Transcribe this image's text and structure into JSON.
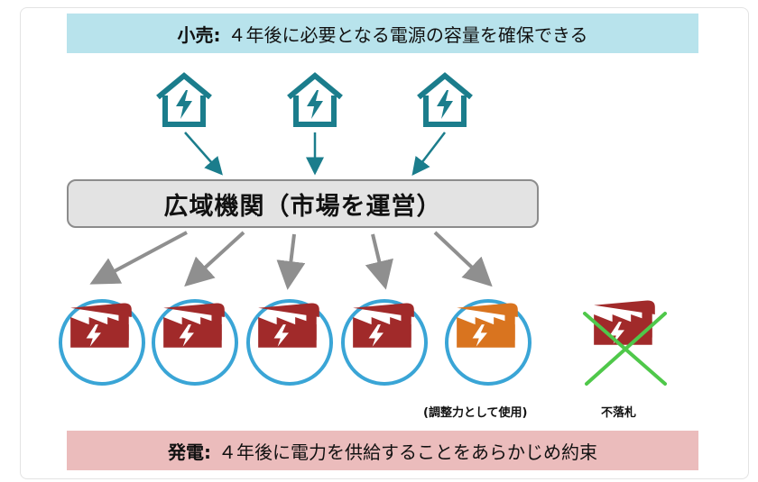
{
  "top_banner": {
    "label": "小売:",
    "text": "４年後に必要となる電源の容量を確保できる"
  },
  "market": {
    "label": "広域機関（市場を運営）"
  },
  "houses": [
    {
      "icon": "house-lightning-icon"
    },
    {
      "icon": "house-lightning-icon"
    },
    {
      "icon": "house-lightning-icon"
    }
  ],
  "plants": [
    {
      "icon": "power-plant-icon",
      "color": "#a12a2a",
      "status": "winning"
    },
    {
      "icon": "power-plant-icon",
      "color": "#a12a2a",
      "status": "winning"
    },
    {
      "icon": "power-plant-icon",
      "color": "#a12a2a",
      "status": "winning"
    },
    {
      "icon": "power-plant-icon",
      "color": "#a12a2a",
      "status": "winning"
    },
    {
      "icon": "power-plant-icon",
      "color": "#d9741f",
      "status": "winning",
      "caption": "(調整力として使用)"
    },
    {
      "icon": "power-plant-icon",
      "color": "#a12a2a",
      "status": "rejected",
      "caption": "不落札"
    }
  ],
  "bottom_banner": {
    "label": "発電:",
    "text": "４年後に電力を供給することをあらかじめ約束"
  },
  "colors": {
    "ring": "#3aa5d6",
    "house": "#1b7d8c",
    "arrow": "#8f8f8f",
    "cross": "#4fc84a",
    "plant": "#a12a2a",
    "plant_adjust": "#d9741f"
  }
}
